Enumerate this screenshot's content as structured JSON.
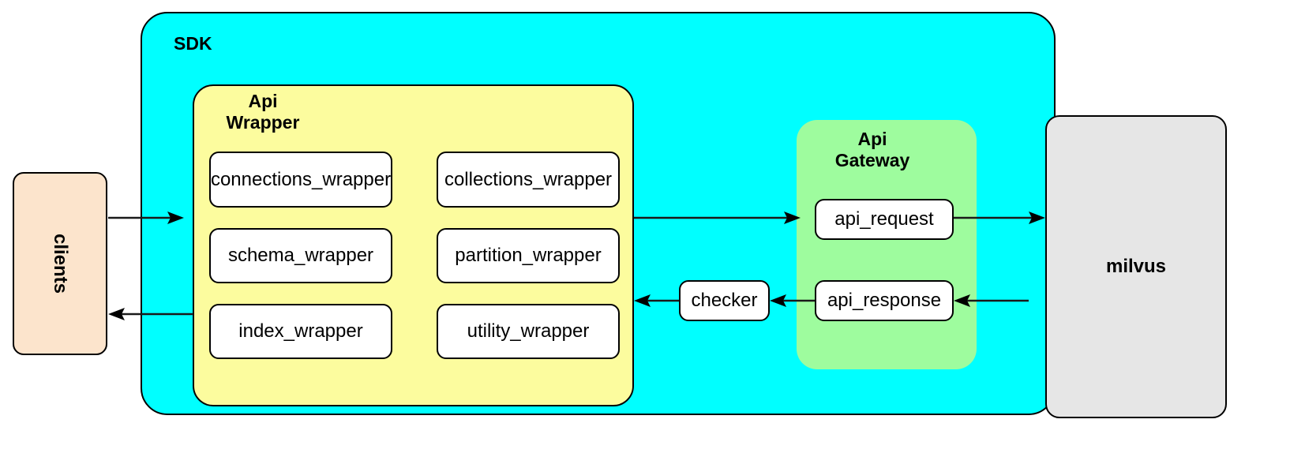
{
  "diagram": {
    "title_visible": false,
    "colors": {
      "sdk_fill": "#00ffff",
      "api_wrapper_fill": "#fcfc9e",
      "api_gateway_fill": "#9efc9e",
      "clients_fill": "#fce4cc",
      "milvus_fill": "#e6e6e6",
      "node_fill": "#ffffff",
      "stroke": "#000000"
    },
    "containers": {
      "sdk": {
        "label": "SDK"
      },
      "api_wrapper": {
        "label": "Api\nWrapper"
      },
      "api_gateway": {
        "label": "Api\nGateway"
      }
    },
    "nodes": {
      "clients": {
        "label": "clients"
      },
      "milvus": {
        "label": "milvus"
      },
      "checker": {
        "label": "checker"
      },
      "wrappers": [
        {
          "label": "connections_wrapper"
        },
        {
          "label": "collections_wrapper"
        },
        {
          "label": "schema_wrapper"
        },
        {
          "label": "partition_wrapper"
        },
        {
          "label": "index_wrapper"
        },
        {
          "label": "utility_wrapper"
        }
      ],
      "gateway_nodes": [
        {
          "label": "api_request"
        },
        {
          "label": "api_response"
        }
      ]
    },
    "edges": [
      {
        "name": "clients-to-api-wrapper",
        "from": "clients",
        "to": "api_wrapper",
        "direction": "right"
      },
      {
        "name": "api-wrapper-to-api-request",
        "from": "api_wrapper",
        "to": "api_request",
        "direction": "right"
      },
      {
        "name": "api-request-to-milvus",
        "from": "api_request",
        "to": "milvus",
        "direction": "right"
      },
      {
        "name": "milvus-to-api-response",
        "from": "milvus",
        "to": "api_response",
        "direction": "left"
      },
      {
        "name": "api-response-to-checker",
        "from": "api_response",
        "to": "checker",
        "direction": "left"
      },
      {
        "name": "checker-to-api-wrapper",
        "from": "checker",
        "to": "api_wrapper",
        "direction": "left"
      },
      {
        "name": "api-wrapper-to-clients",
        "from": "api_wrapper",
        "to": "clients",
        "direction": "left"
      }
    ]
  }
}
